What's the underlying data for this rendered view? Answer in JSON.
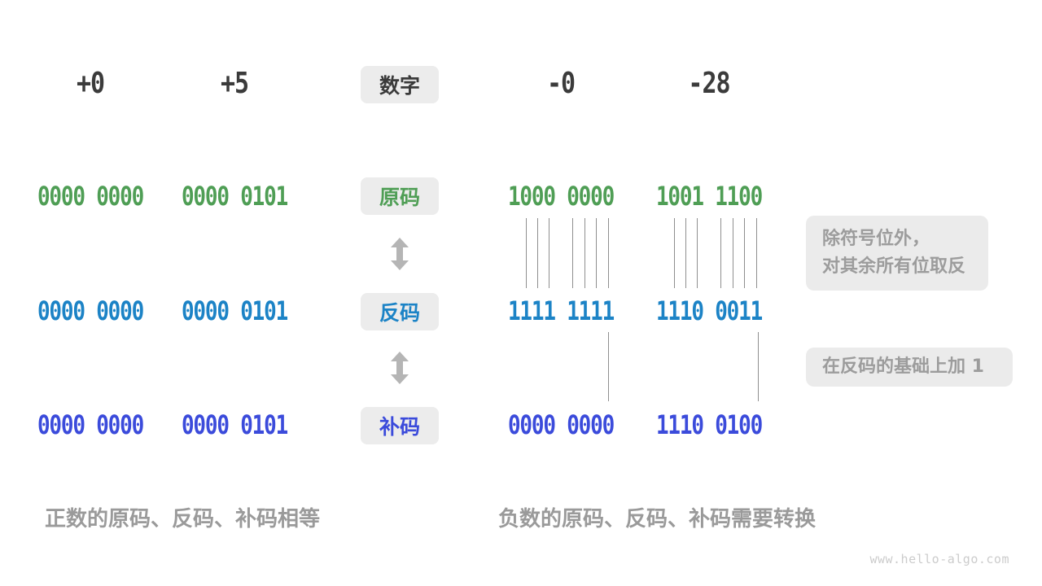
{
  "meta": {
    "watermark": "www.hello-algo.com"
  },
  "colors": {
    "text_dark": "#3b3b3b",
    "sign_magnitude_green": "#4f9e55",
    "ones_complement_blue": "#1c83c6",
    "twos_complement_indigo": "#3b4bdb",
    "badge_bg": "#ececec",
    "annotation_bg": "#ebebeb",
    "annotation_text": "#9c9c9c",
    "arrow_gray": "#b5b5b5",
    "connector_line": "#8f8f8f"
  },
  "header": {
    "pos0": "+0",
    "pos5": "+5",
    "badge": "数字",
    "neg0": "-0",
    "neg28": "-28"
  },
  "rows": {
    "sign_magnitude": {
      "badge": "原码",
      "pos0": "0000 0000",
      "pos5": "0000 0101",
      "neg0": "1000 0000",
      "neg28": "1001 1100"
    },
    "ones_complement": {
      "badge": "反码",
      "pos0": "0000 0000",
      "pos5": "0000 0101",
      "neg0": "1111 1111",
      "neg28": "1110 0011"
    },
    "twos_complement": {
      "badge": "补码",
      "pos0": "0000 0000",
      "pos5": "0000 0101",
      "neg0": "0000 0000",
      "neg28": "1110 0100"
    }
  },
  "annotations": {
    "invert_line1": "除符号位外，",
    "invert_line2": "对其余所有位取反",
    "add_one": "在反码的基础上加 1"
  },
  "captions": {
    "positive": "正数的原码、反码、补码相等",
    "negative": "负数的原码、反码、补码需要转换"
  }
}
